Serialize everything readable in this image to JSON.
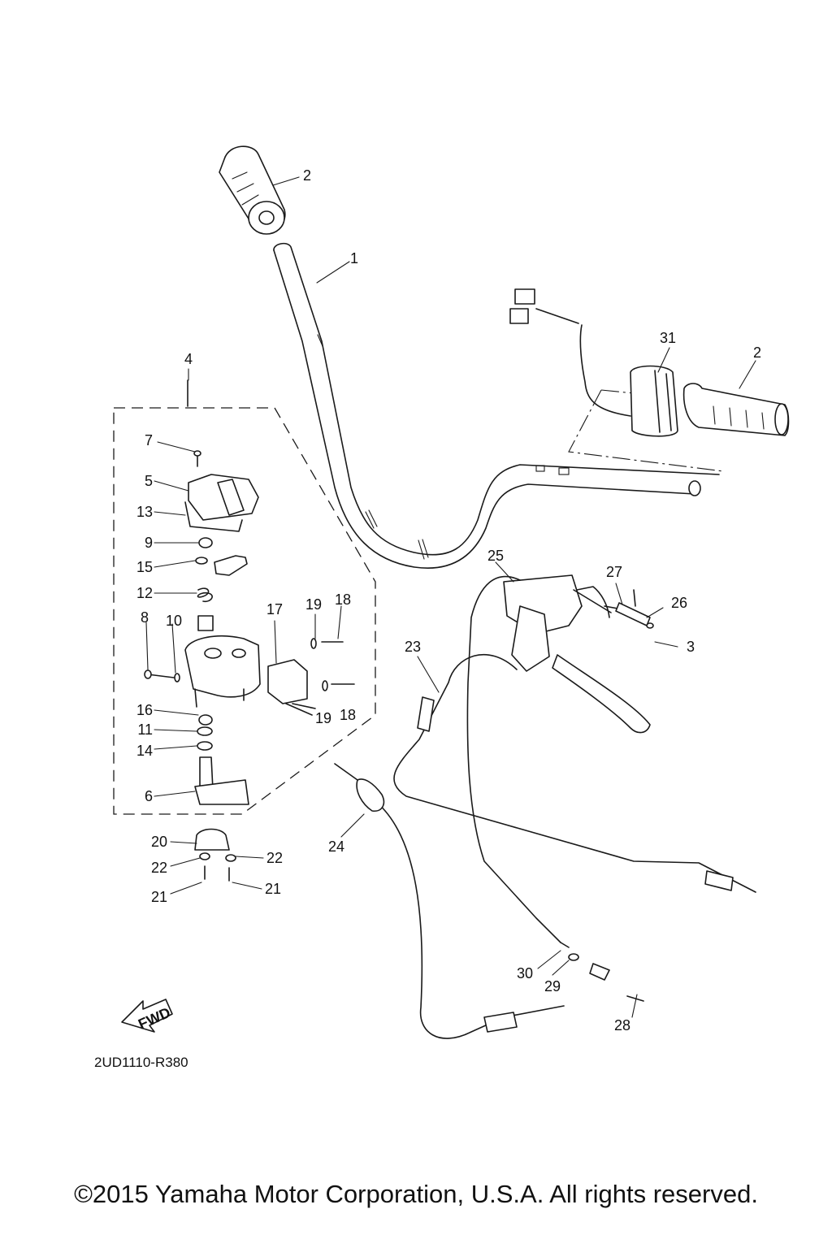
{
  "diagram": {
    "callouts": [
      "1",
      "2",
      "2",
      "3",
      "4",
      "5",
      "6",
      "7",
      "8",
      "9",
      "10",
      "11",
      "12",
      "13",
      "14",
      "15",
      "16",
      "17",
      "18",
      "18",
      "19",
      "19",
      "20",
      "21",
      "21",
      "22",
      "22",
      "23",
      "24",
      "25",
      "26",
      "27",
      "28",
      "29",
      "30",
      "31"
    ],
    "fwd_label": "FWD",
    "drawing_code": "2UD1110-R380"
  },
  "footer": {
    "copyright": "©2015 Yamaha Motor Corporation, U.S.A. All rights reserved."
  },
  "colors": {
    "line": "#1a1a1a",
    "background": "#ffffff"
  }
}
